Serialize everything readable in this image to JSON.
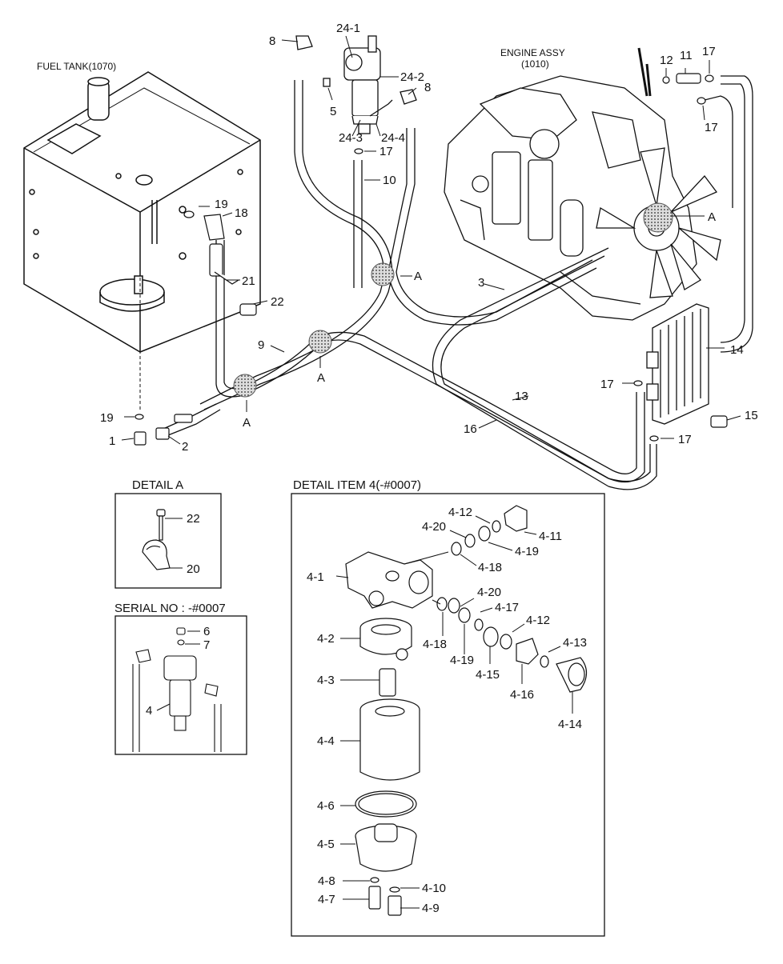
{
  "titles": {
    "fuel_tank": "FUEL TANK(1070)",
    "engine_assy_line1": "ENGINE ASSY",
    "engine_assy_line2": "(1010)",
    "detail_a": "DETAIL  A",
    "serial_no": "SERIAL NO : -#0007",
    "detail_item4": "DETAIL ITEM 4(-#0007)"
  },
  "callouts": {
    "p1": "1",
    "p2": "2",
    "p3": "3",
    "p4": "4",
    "p5": "5",
    "p6": "6",
    "p7": "7",
    "p8a": "8",
    "p8b": "8",
    "p9": "9",
    "p10": "10",
    "p11": "11",
    "p12": "12",
    "p13": "13",
    "p14": "14",
    "p15": "15",
    "p16": "16",
    "p17a": "17",
    "p17b": "17",
    "p17c": "17",
    "p17d": "17",
    "p17e": "17",
    "p18": "18",
    "p19a": "19",
    "p19b": "19",
    "p20": "20",
    "p21": "21",
    "p22a": "22",
    "p22b": "22",
    "p24_1": "24-1",
    "p24_2": "24-2",
    "p24_3": "24-3",
    "p24_4": "24-4",
    "a1": "A",
    "a2": "A",
    "a3": "A",
    "a4": "A",
    "d4_1": "4-1",
    "d4_2": "4-2",
    "d4_3": "4-3",
    "d4_4": "4-4",
    "d4_5": "4-5",
    "d4_6": "4-6",
    "d4_7": "4-7",
    "d4_8": "4-8",
    "d4_9": "4-9",
    "d4_10": "4-10",
    "d4_11": "4-11",
    "d4_12a": "4-12",
    "d4_12b": "4-12",
    "d4_13": "4-13",
    "d4_14": "4-14",
    "d4_15": "4-15",
    "d4_16": "4-16",
    "d4_17": "4-17",
    "d4_18a": "4-18",
    "d4_18b": "4-18",
    "d4_19a": "4-19",
    "d4_19b": "4-19",
    "d4_20a": "4-20",
    "d4_20b": "4-20"
  }
}
